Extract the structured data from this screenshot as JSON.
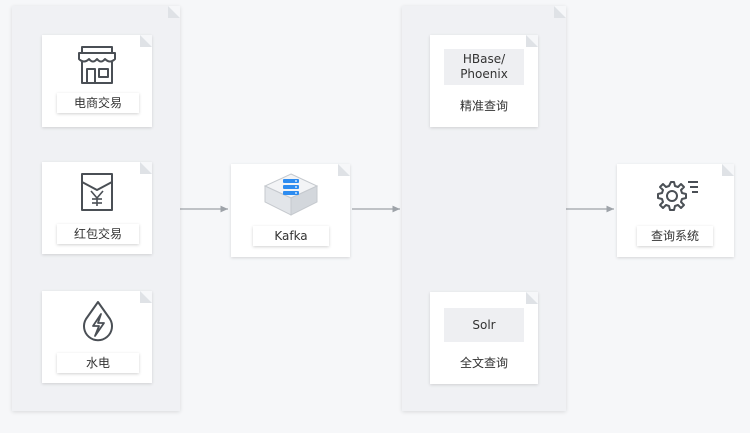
{
  "sources": {
    "ecommerce": {
      "label": "电商交易",
      "icon": "storefront-icon"
    },
    "redpacket": {
      "label": "红包交易",
      "icon": "red-envelope-yuan-icon"
    },
    "utility": {
      "label": "水电",
      "icon": "water-electricity-icon"
    }
  },
  "kafka": {
    "label": "Kafka",
    "icon": "server-cube-icon"
  },
  "storage": {
    "hbase": {
      "name": "HBase/\nPhoenix",
      "caption": "精准查询"
    },
    "solr": {
      "name": "Solr",
      "caption": "全文查询"
    }
  },
  "query_system": {
    "label": "查询系统",
    "icon": "gear-settings-icon"
  },
  "colors": {
    "background": "#f6f7f9",
    "panel": "#f0f1f4",
    "card": "#ffffff",
    "line": "#9ea3a9",
    "icon_stroke": "#4a4f55",
    "cube_blue": "#2d8cf0"
  }
}
